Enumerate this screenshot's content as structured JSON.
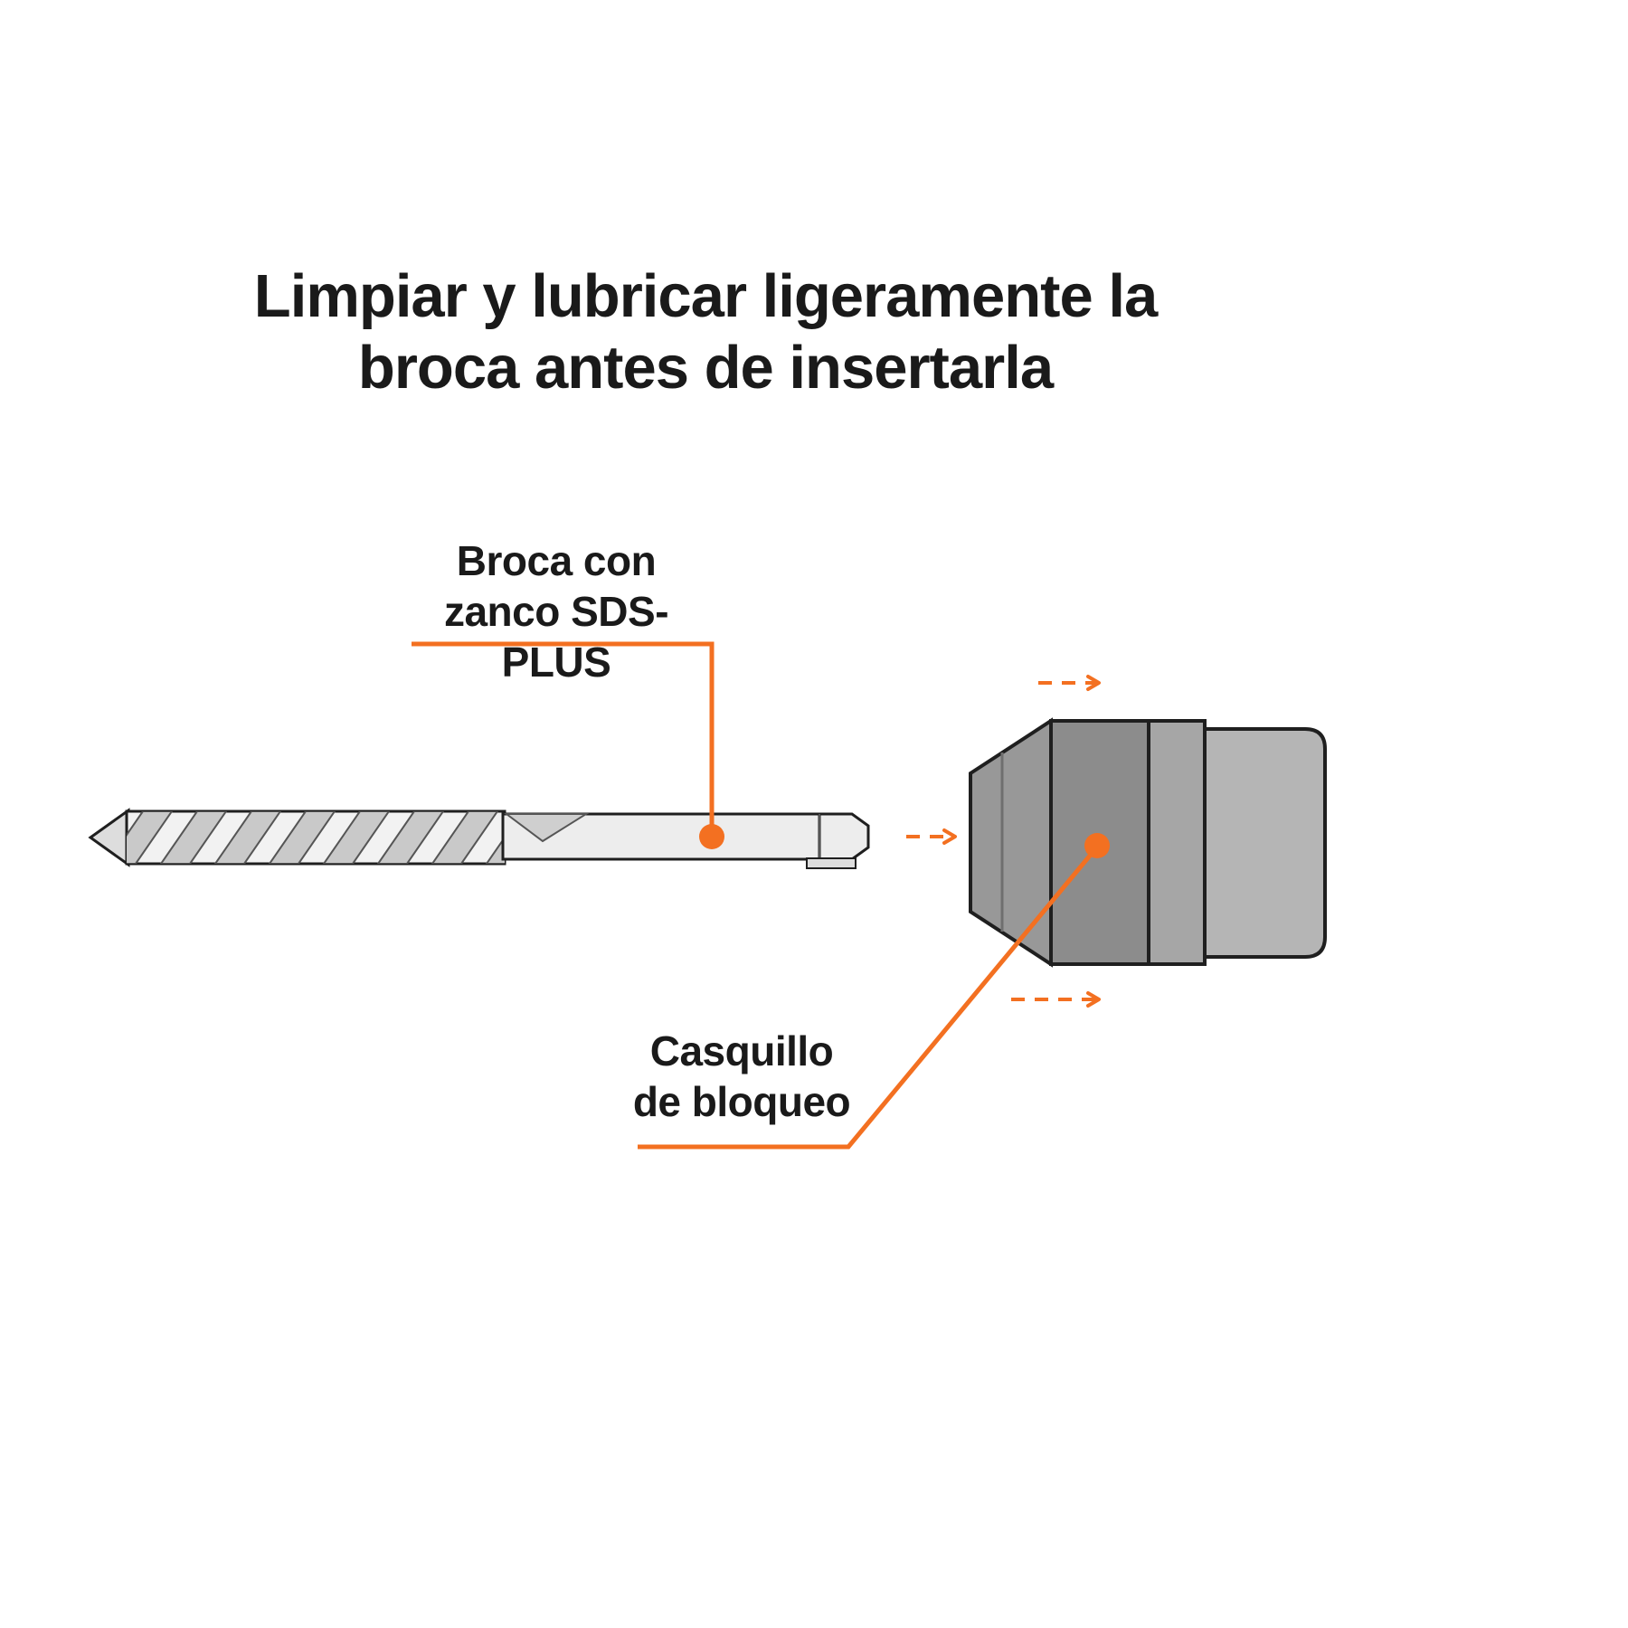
{
  "title": {
    "line1": "Limpiar y lubricar ligeramente la",
    "line2": "broca antes de insertarla"
  },
  "labels": {
    "drill": {
      "line1": "Broca con",
      "line2": "zanco SDS-PLUS"
    },
    "sleeve": {
      "line1": "Casquillo",
      "line2": "de bloqueo"
    }
  },
  "colors": {
    "accent": "#F37021",
    "text": "#1A1A1A",
    "metal_light": "#EFEFEF",
    "metal_shadow": "#C9C9C9",
    "chuck_nose": "#989898",
    "chuck_body": "#8C8C8C",
    "chuck_band": "#A6A6A6",
    "chuck_rear": "#B5B5B5"
  }
}
